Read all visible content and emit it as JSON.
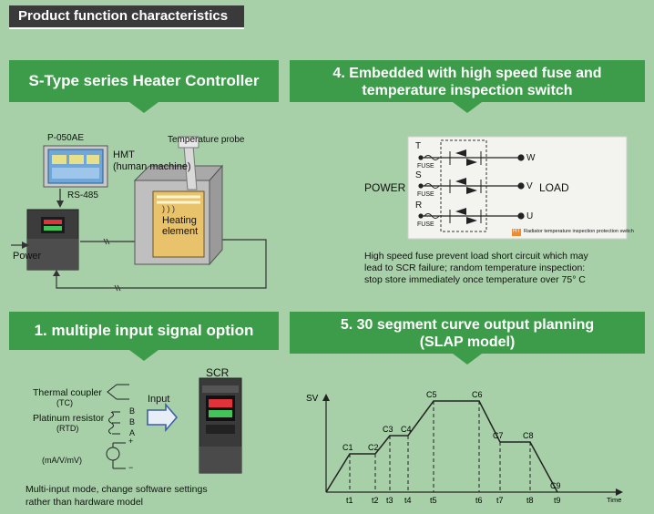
{
  "header": {
    "title": "Product function characteristics"
  },
  "sections": {
    "s_type": {
      "title": "S-Type series Heater Controller",
      "hmi_model": "P-050AE",
      "hmi_label": "HMT",
      "hmi_sublabel": "(human machine)",
      "rs485": "RS-485",
      "probe": "Temperature probe",
      "heating_line1": "Heating",
      "heating_line2": "element",
      "power": "Power"
    },
    "fuse": {
      "title_line1": "4. Embedded with high speed fuse and",
      "title_line2": "temperature inspection switch",
      "power": "POWER",
      "load": "LOAD",
      "phases": [
        "T",
        "S",
        "R"
      ],
      "fuse_label": "FUSE",
      "outputs": [
        "W",
        "V",
        "U"
      ],
      "ht_badge": "HT",
      "ht_text": "Radiator temperature inspection protection switch",
      "desc_line1": "High speed fuse prevent load short circuit which may",
      "desc_line2": "lead to SCR failure; random temperature inspection:",
      "desc_line3": "stop store immediately once temperature over 75° C"
    },
    "input": {
      "title": "1. multiple input signal option",
      "thermocouple": "Thermal coupler",
      "tc": "(TC)",
      "platinum": "Platinum resistor",
      "rtd": "(RTD)",
      "b1": "B",
      "b2": "B",
      "a": "A",
      "plus": "+",
      "minus": "−",
      "ma": "(mA/V/mV)",
      "input_label": "Input",
      "scr": "SCR",
      "desc_line1": "Multi-input mode, change software settings",
      "desc_line2": "rather than hardware model"
    },
    "curve": {
      "title_line1": "5. 30 segment curve output planning",
      "title_line2": "(SLAP model)",
      "ylabel": "SV",
      "xlabel": "Time"
    }
  },
  "chart_data": {
    "type": "line",
    "title": "",
    "ylabel": "SV",
    "xlabel": "Time",
    "x": [
      "t1",
      "t2",
      "t3",
      "t4",
      "t5",
      "t6",
      "t7",
      "t8",
      "t9"
    ],
    "points": [
      {
        "label": "C1",
        "t": "t1",
        "level": 0.42
      },
      {
        "label": "C2",
        "t": "t2",
        "level": 0.42
      },
      {
        "label": "C3",
        "t": "t3",
        "level": 0.62
      },
      {
        "label": "C4",
        "t": "t4",
        "level": 0.62
      },
      {
        "label": "C5",
        "t": "t5",
        "level": 1.0
      },
      {
        "label": "C6",
        "t": "t6",
        "level": 1.0
      },
      {
        "label": "C7",
        "t": "t7",
        "level": 0.55
      },
      {
        "label": "C8",
        "t": "t8",
        "level": 0.55
      },
      {
        "label": "C9",
        "t": "t9",
        "level": 0.0
      }
    ]
  }
}
